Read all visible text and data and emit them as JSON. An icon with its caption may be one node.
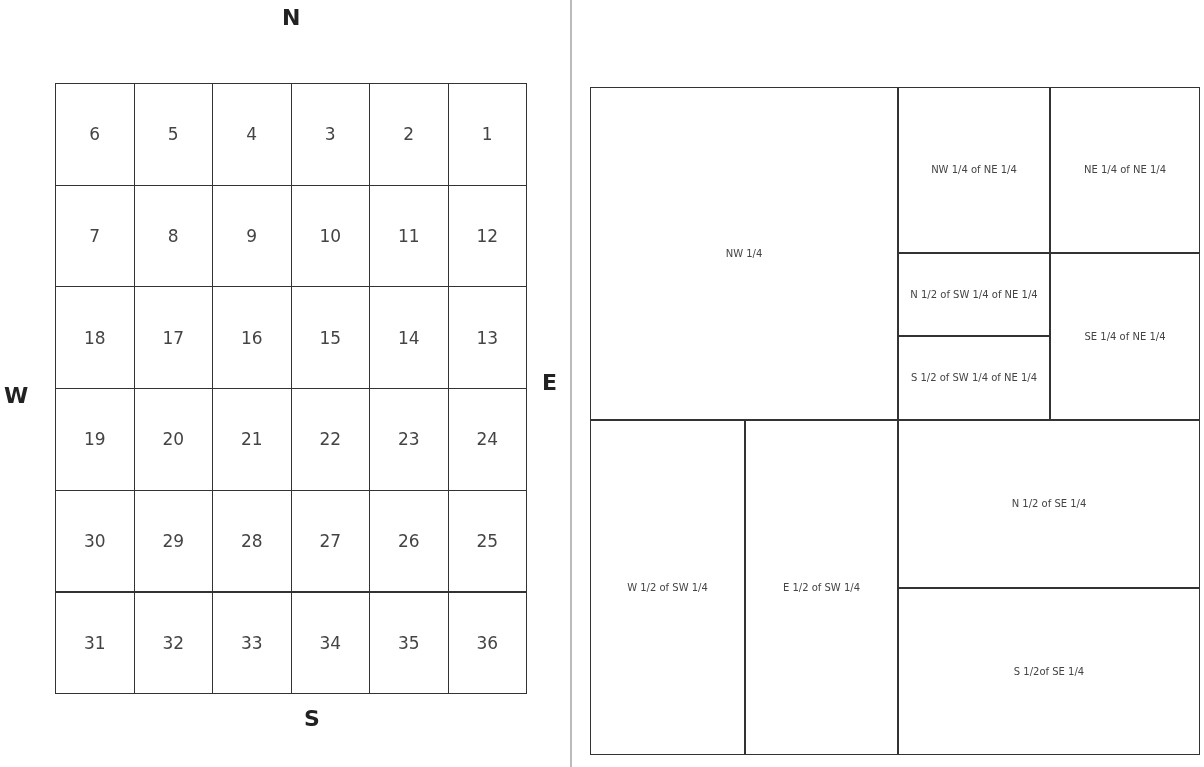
{
  "diagram": {
    "nodes": [
      {
        "text": [
          "6"
        ]
      },
      {
        "text": [
          "5"
        ]
      },
      {
        "text": [
          "4"
        ]
      },
      {
        "text": [
          "3"
        ]
      },
      {
        "text": [
          "2"
        ]
      },
      {
        "text": [
          "1"
        ]
      },
      {
        "text": [
          "7"
        ]
      },
      {
        "text": [
          "8"
        ]
      },
      {
        "text": [
          "9"
        ]
      },
      {
        "text": [
          "10"
        ]
      },
      {
        "text": [
          "11"
        ]
      },
      {
        "text": [
          "12"
        ]
      },
      {
        "text": [
          "18"
        ]
      },
      {
        "text": [
          "17"
        ]
      },
      {
        "text": [
          "16"
        ]
      },
      {
        "text": [
          "15"
        ]
      },
      {
        "text": [
          "14"
        ]
      },
      {
        "text": [
          "13"
        ]
      },
      {
        "text": [
          "19"
        ]
      },
      {
        "text": [
          "20"
        ]
      },
      {
        "text": [
          "21"
        ]
      },
      {
        "text": [
          "22"
        ]
      },
      {
        "text": [
          "23"
        ]
      },
      {
        "text": [
          "24"
        ]
      },
      {
        "text": [
          "30"
        ]
      },
      {
        "text": [
          "29"
        ]
      },
      {
        "text": [
          "28"
        ]
      },
      {
        "text": [
          "27"
        ]
      },
      {
        "text": [
          "26"
        ]
      },
      {
        "text": [
          "25"
        ]
      },
      {
        "text": [
          "31"
        ]
      },
      {
        "text": [
          "32"
        ]
      },
      {
        "text": [
          "33"
        ]
      },
      {
        "text": [
          "34"
        ]
      },
      {
        "text": [
          "35"
        ]
      },
      {
        "text": [
          "36"
        ]
      },
      {
        "text": [
          "NW 1/4"
        ]
      },
      {
        "text": [
          "NW 1/4 of NE 1/4"
        ]
      },
      {
        "text": [
          "NE 1/4 of NE 1/4"
        ]
      },
      {
        "text": [
          "N 1/2 of SW 1/4 of NE 1/4"
        ]
      },
      {
        "text": [
          "SE 1/4 of NE 1/4"
        ]
      },
      {
        "text": [
          "S 1/2 of SW 1/4 of NE 1/4"
        ]
      },
      {
        "text": [
          "W 1/2 of SW 1/4"
        ]
      },
      {
        "text": [
          "E 1/2 of SW 1/4"
        ]
      },
      {
        "text": [
          "N 1/2 of SE 1/4"
        ]
      },
      {
        "text": [
          "S 1/2of SE 1/4"
        ]
      }
    ],
    "labels": [
      "N",
      "W",
      "E",
      "S"
    ]
  }
}
